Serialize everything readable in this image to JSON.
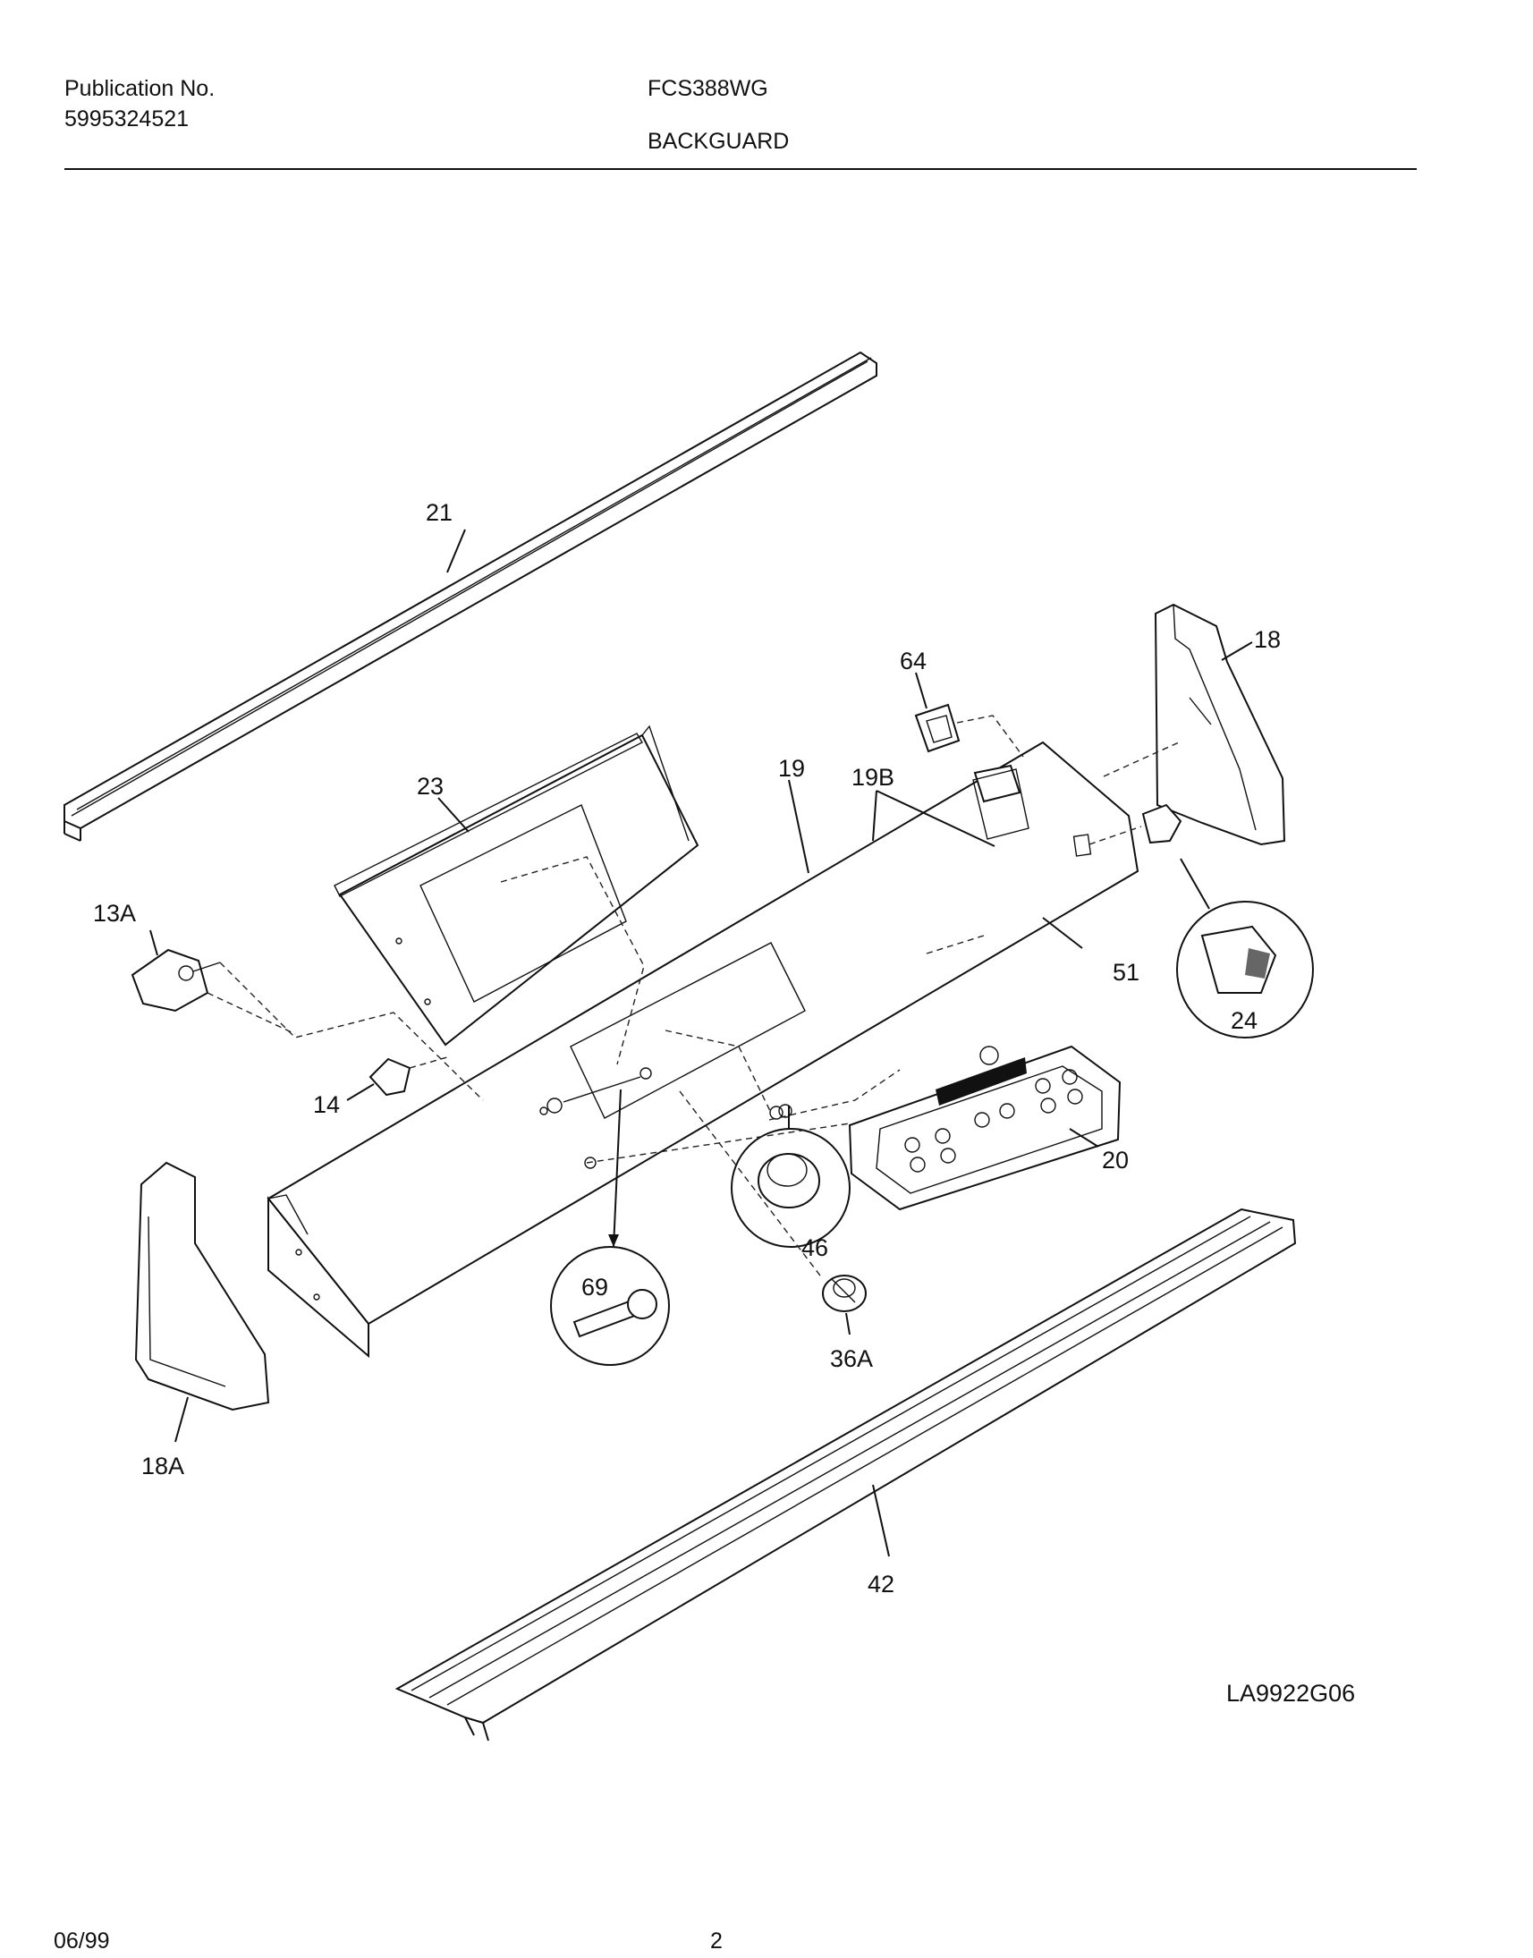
{
  "header": {
    "publication_label": "Publication No.",
    "publication_number": "5995324521",
    "model": "FCS388WG",
    "section_title": "BACKGUARD"
  },
  "callouts": {
    "p21": "21",
    "p23": "23",
    "p13a": "13A",
    "p14": "14",
    "p19": "19",
    "p19b": "19B",
    "p64": "64",
    "p18": "18",
    "p51": "51",
    "p24": "24",
    "p20": "20",
    "p46": "46",
    "p69": "69",
    "p36a": "36A",
    "p18a": "18A",
    "p42": "42"
  },
  "reference_code": "LA9922G06",
  "footer": {
    "date": "06/99",
    "page": "2"
  }
}
